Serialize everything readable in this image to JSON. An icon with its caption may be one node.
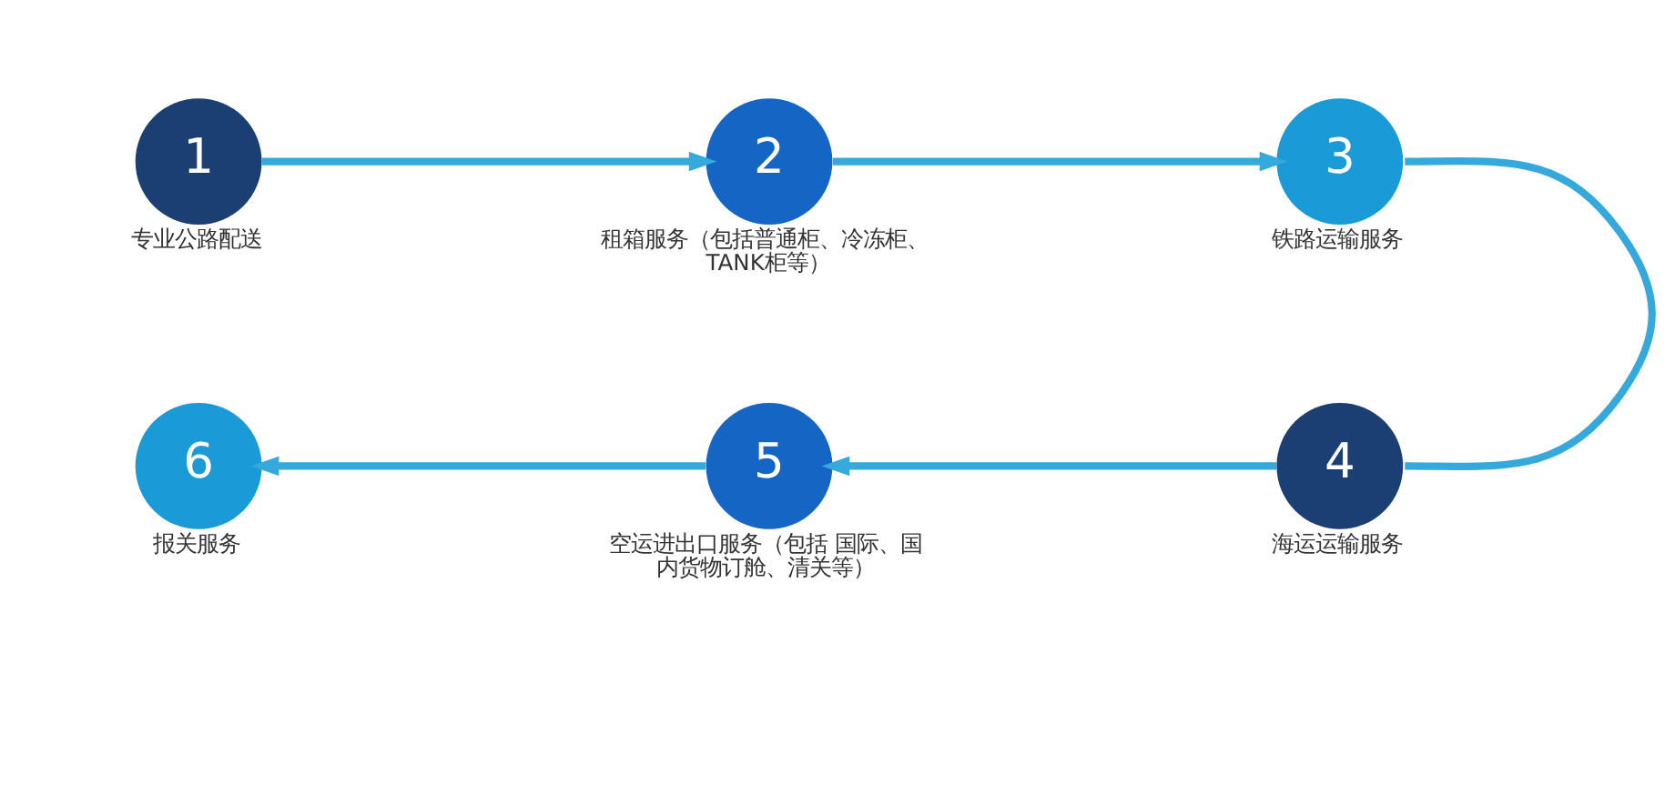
{
  "diagram": {
    "nodes": [
      {
        "text": [
          "1"
        ],
        "beside": [
          "专业公路配送"
        ]
      },
      {
        "text": [
          "2"
        ],
        "beside": [
          "租箱服务（包括普通柜、冷冻柜、TANK柜等）"
        ]
      },
      {
        "text": [
          "3"
        ],
        "beside": [
          "铁路运输服务"
        ]
      },
      {
        "text": [
          "4"
        ],
        "beside": [
          "海运运输服务"
        ]
      },
      {
        "text": [
          "5"
        ],
        "beside": [
          "空运进出口服务（包括 国际、国内货物订舱、清关等）"
        ]
      },
      {
        "text": [
          "6"
        ],
        "beside": [
          "报关服务"
        ]
      }
    ],
    "edges": [
      {
        "from": 0,
        "to": 1,
        "arrow": "to"
      },
      {
        "from": 1,
        "to": 2,
        "arrow": "to"
      },
      {
        "from": 2,
        "to": 3,
        "arrow": "none"
      },
      {
        "from": 3,
        "to": 4,
        "arrow": "to"
      },
      {
        "from": 4,
        "to": 5,
        "arrow": "to"
      }
    ]
  }
}
